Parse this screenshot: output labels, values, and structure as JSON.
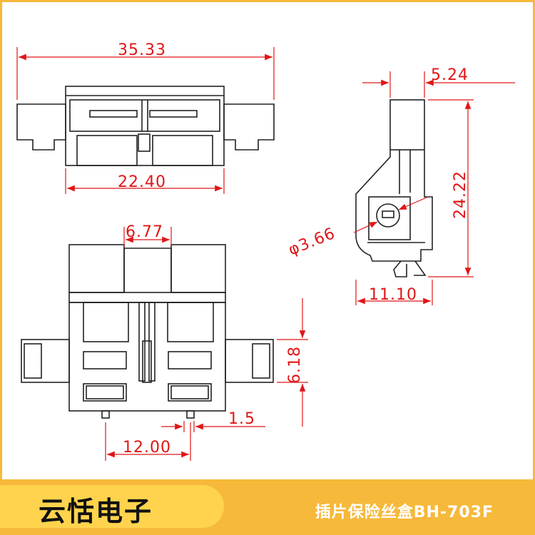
{
  "dimensions": {
    "top_width": "35.33",
    "top_inner_width": "22.40",
    "side_width": "5.24",
    "side_height": "24.22",
    "hole_diameter": "φ3.66",
    "side_base": "11.10",
    "front_gap": "6.77",
    "front_height": "6.18",
    "pin_width": "1.5",
    "pin_pitch": "12.00"
  },
  "footer": {
    "brand": "云恬电子",
    "product": "插片保险丝盒BH-703F"
  },
  "colors": {
    "outline": "#222222",
    "dimension": "#e01616",
    "footer_bar": "#f6b93b",
    "brand_badge": "#ffd34d"
  }
}
